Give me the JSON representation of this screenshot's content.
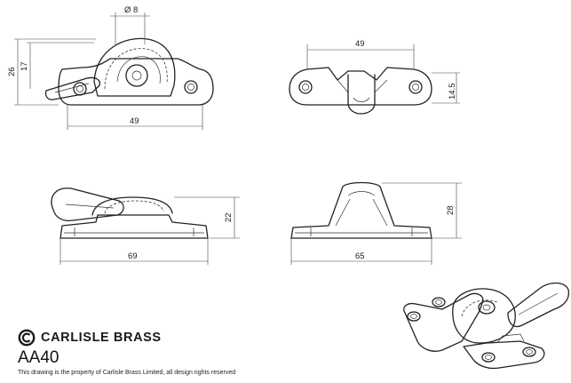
{
  "brand": {
    "name": "CARLISLE BRASS",
    "product_code": "AA40",
    "rights_note": "This drawing is the property of Carlisle Brass Limited, all design rights reserved"
  },
  "views": {
    "top_left": {
      "dia": "Ø 8",
      "height_outer": "26",
      "height_inner": "17",
      "width": "49"
    },
    "top_right": {
      "width": "49",
      "height": "14.5"
    },
    "side_left": {
      "height": "22",
      "length": "69"
    },
    "side_right": {
      "height": "28",
      "length": "65"
    }
  }
}
